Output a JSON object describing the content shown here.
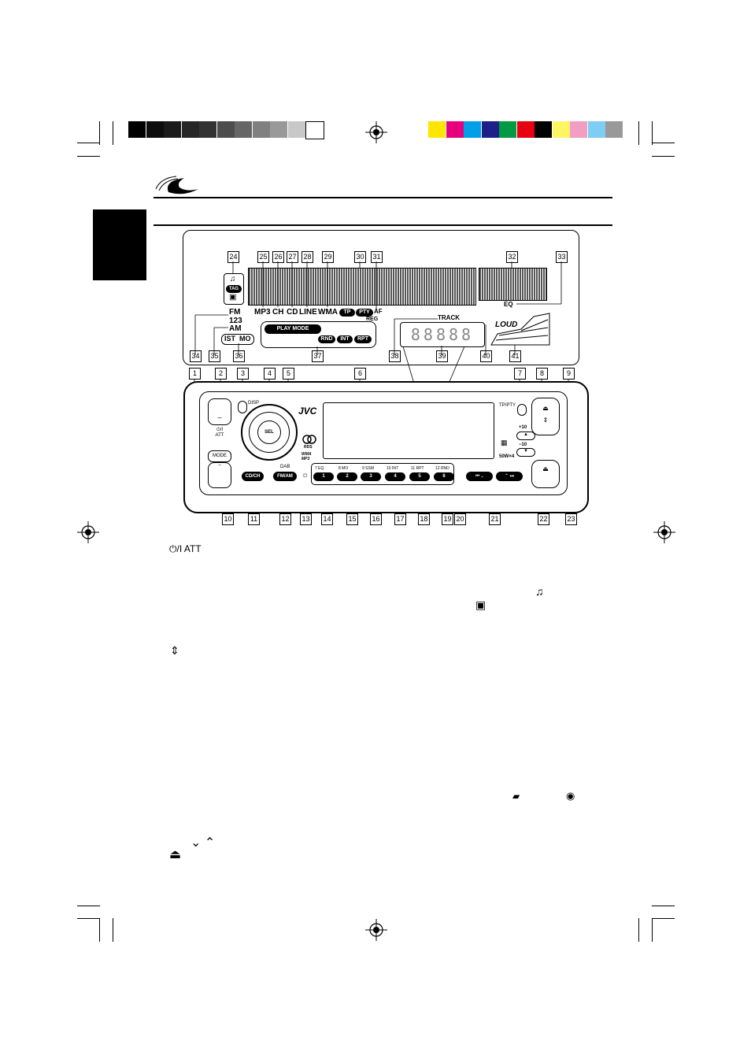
{
  "header": {
    "color_bar_left": [
      "#000000",
      "#0d0d0d",
      "#1a1a1a",
      "#262626",
      "#333333",
      "#4d4d4d",
      "#666666",
      "#808080",
      "#999999",
      "#c8c8c8",
      "#ffffff"
    ],
    "color_bar_right": [
      "#ffe600",
      "#e6007e",
      "#00a0e9",
      "#1d2088",
      "#009944",
      "#e60012",
      "#000000",
      "#fff462",
      "#f19ec2",
      "#7ecef4",
      "#999999"
    ]
  },
  "display": {
    "callouts_top": [
      "24",
      "25",
      "26",
      "27",
      "28",
      "29",
      "30",
      "31",
      "32",
      "33"
    ],
    "callouts_bottom": [
      "34",
      "35",
      "36",
      "37",
      "38",
      "39",
      "40",
      "41"
    ],
    "indicators": {
      "mp3": "MP3",
      "ch": "CH",
      "cd": "CD",
      "line": "LINE",
      "wma": "WMA",
      "tp": "TP",
      "pty": "PTY",
      "af": "AF",
      "reg": "REG",
      "eq": "EQ",
      "tag": "TAG",
      "fm": "FM",
      "band": "123",
      "am": "AM",
      "ist": "IST",
      "mo": "MO",
      "play_mode": "PLAY MODE",
      "track": "TRACK",
      "loud": "LOUD",
      "rnd": "RND",
      "int": "INT",
      "rpt": "RPT"
    }
  },
  "unit": {
    "callouts_top": [
      "1",
      "2",
      "3",
      "4",
      "5",
      "6",
      "7",
      "8",
      "9"
    ],
    "callouts_bottom": [
      "10",
      "11",
      "12",
      "13",
      "14",
      "15",
      "16",
      "17",
      "18",
      "19",
      "20",
      "21",
      "22",
      "23"
    ],
    "brand": "JVC",
    "disp": "DISP",
    "sel": "SEL",
    "tp_pty": "TP/PTY",
    "power_att": "⏻/I\nATT",
    "mode": "MODE",
    "rds": "RDS",
    "wma_mp3": "WMA\nMP3",
    "power_rating": "50W×4",
    "plus10": "+10",
    "minus10": "−10",
    "dab": "DAB",
    "cd_ch": "CD/CH",
    "fm_am": "FM/AM",
    "presets": [
      {
        "top": "7  EQ",
        "num": "1"
      },
      {
        "top": "8  MO",
        "num": "2"
      },
      {
        "top": "9 SSM",
        "num": "3"
      },
      {
        "top": "10 INT",
        "num": "4"
      },
      {
        "top": "11 RPT",
        "num": "5"
      },
      {
        "top": "12 RND",
        "num": "6"
      }
    ]
  },
  "notes": {
    "att": "⏻/I ATT",
    "updown": "⌄ ⌃"
  },
  "page_number": ""
}
